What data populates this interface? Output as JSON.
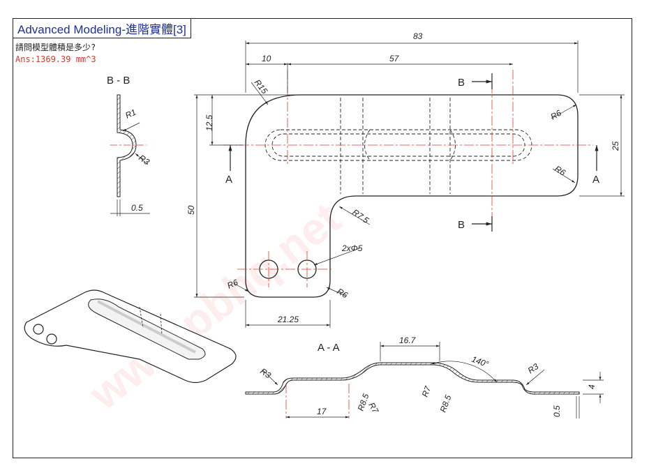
{
  "title": "Advanced Modeling-進階實體[3]",
  "question": "請問模型體積是多少?",
  "answer": "Ans:1369.39 mm^3",
  "section_labels": {
    "bb": "B - B",
    "aa": "A - A",
    "cut_a_left": "A",
    "cut_a_right": "A",
    "cut_b_top": "B",
    "cut_b_bottom": "B"
  },
  "dimensions": {
    "d83": "83",
    "d10": "10",
    "d57": "57",
    "r15": "R15",
    "r6_tr": "R6",
    "r6_br": "R6",
    "d12_5": "12.5",
    "d25": "25",
    "d50": "50",
    "r7_5": "R7.5",
    "hole": "2xΦ5",
    "r6_bl": "R6",
    "r6_bm": "R6",
    "d21_25": "21.25",
    "bb_r1": "R1",
    "bb_r3": "R3",
    "bb_05": "0.5",
    "aa_16_7": "16.7",
    "aa_140": "140°",
    "aa_r3_left": "R3",
    "aa_r3_right": "R3",
    "aa_r8_5_left": "R8.5",
    "aa_r7_left": "R7",
    "aa_r7_right": "R7",
    "aa_r8_5_right": "R8.5",
    "aa_17": "17",
    "aa_4": "4",
    "aa_05": "0.5"
  },
  "watermark": "www.pbhq.net",
  "colors": {
    "title": "#1c2f9a",
    "answer": "#d23a2a",
    "centerline": "#e03a2a",
    "line": "#222222"
  }
}
